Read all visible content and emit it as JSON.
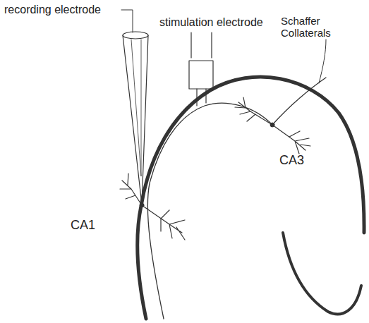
{
  "diagram": {
    "labels": [
      "recording electrode",
      "stimulation electrode",
      "Schaffer Collaterals",
      "CA1",
      "CA3"
    ]
  }
}
